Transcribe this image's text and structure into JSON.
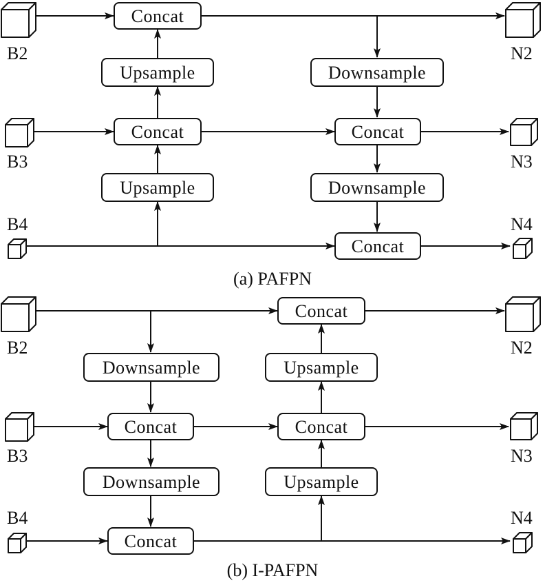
{
  "panel_a": {
    "caption": "(a) PAFPN",
    "inputs": [
      "B2",
      "B3",
      "B4"
    ],
    "outputs": [
      "N2",
      "N3",
      "N4"
    ],
    "nodes": [
      "Concat",
      "Upsample",
      "Concat",
      "Upsample",
      "Downsample",
      "Concat",
      "Downsample",
      "Concat"
    ]
  },
  "panel_b": {
    "caption": "(b) I-PAFPN",
    "inputs": [
      "B2",
      "B3",
      "B4"
    ],
    "outputs": [
      "N2",
      "N3",
      "N4"
    ],
    "nodes": [
      "Downsample",
      "Concat",
      "Downsample",
      "Concat",
      "Concat",
      "Upsample",
      "Concat",
      "Upsample"
    ]
  }
}
